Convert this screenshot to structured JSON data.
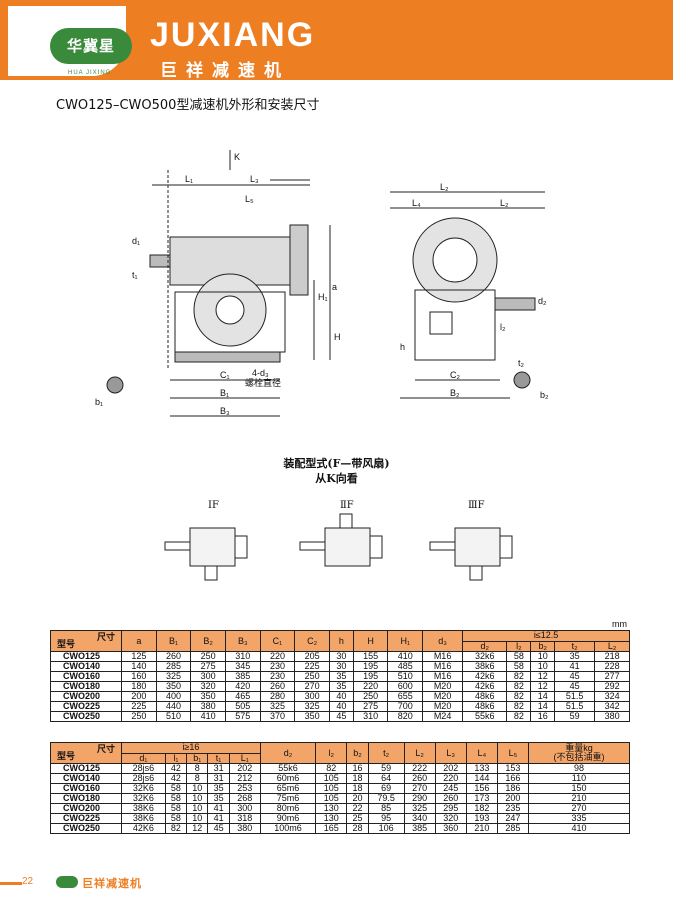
{
  "header": {
    "logo_cn": "华冀星",
    "logo_en": "HUA JIXING",
    "brand_en": "JUXIANG",
    "brand_cn": "巨祥减速机"
  },
  "title": "CWO125–CWO500型减速机外形和安装尺寸",
  "drawing_labels": {
    "K": "K",
    "L1": "L₁",
    "L3": "L₃",
    "L5": "L₅",
    "d1": "d₁",
    "t1": "t₁",
    "a": "a",
    "H1": "H₁",
    "H": "H",
    "d3": "4-d₃",
    "bolt": "螺栓直径",
    "C1": "C₁",
    "B1": "B₁",
    "B3": "B₃",
    "b1": "b₁",
    "L2a": "L₂",
    "L4": "L₄",
    "L2b": "L₂",
    "d2": "d₂",
    "l2": "l₂",
    "h": "h",
    "C2": "C₂",
    "B2": "B₂",
    "t2": "t₂",
    "b2": "b₂"
  },
  "assembly": {
    "title": "装配型式(F—带风扇)",
    "subtitle": "从K向看",
    "variants": [
      "ⅠF",
      "ⅡF",
      "ⅢF"
    ]
  },
  "unit": "mm",
  "table1": {
    "corner_top": "尺寸",
    "corner_bottom": "型号",
    "headers": [
      "a",
      "B₁",
      "B₂",
      "B₃",
      "C₁",
      "C₂",
      "h",
      "H",
      "H₁",
      "d₃"
    ],
    "group": "i≤12.5",
    "sub_headers": [
      "d₂",
      "l₂",
      "b₂",
      "t₂",
      "L₂"
    ],
    "rows": [
      [
        "CWO125",
        "125",
        "260",
        "250",
        "310",
        "220",
        "205",
        "30",
        "155",
        "410",
        "M16",
        "32k6",
        "58",
        "10",
        "35",
        "218"
      ],
      [
        "CWO140",
        "140",
        "285",
        "275",
        "345",
        "230",
        "225",
        "30",
        "195",
        "485",
        "M16",
        "38k6",
        "58",
        "10",
        "41",
        "228"
      ],
      [
        "CWO160",
        "160",
        "325",
        "300",
        "385",
        "230",
        "250",
        "35",
        "195",
        "510",
        "M16",
        "42k6",
        "82",
        "12",
        "45",
        "277"
      ],
      [
        "CWO180",
        "180",
        "350",
        "320",
        "420",
        "260",
        "270",
        "35",
        "220",
        "600",
        "M20",
        "42k6",
        "82",
        "12",
        "45",
        "292"
      ],
      [
        "CWO200",
        "200",
        "400",
        "350",
        "465",
        "280",
        "300",
        "40",
        "250",
        "655",
        "M20",
        "48k6",
        "82",
        "14",
        "51.5",
        "324"
      ],
      [
        "CWO225",
        "225",
        "440",
        "380",
        "505",
        "325",
        "325",
        "40",
        "275",
        "700",
        "M20",
        "48k6",
        "82",
        "14",
        "51.5",
        "342"
      ],
      [
        "CWO250",
        "250",
        "510",
        "410",
        "575",
        "370",
        "350",
        "45",
        "310",
        "820",
        "M24",
        "55k6",
        "82",
        "16",
        "59",
        "380"
      ]
    ]
  },
  "table2": {
    "corner_top": "尺寸",
    "corner_bottom": "型号",
    "group": "i≥16",
    "sub_headers": [
      "d₂",
      "l₂",
      "b₂",
      "t₂",
      "L₂"
    ],
    "headers": [
      "d₁",
      "l₁",
      "b₁",
      "t₁",
      "L₁",
      "L₃",
      "L₄",
      "L₅"
    ],
    "weight_header": "重量kg",
    "weight_sub": "(不包括油重)",
    "rows": [
      [
        "CWO125",
        "28js6",
        "42",
        "8",
        "31",
        "202",
        "55k6",
        "82",
        "16",
        "59",
        "222",
        "202",
        "133",
        "153",
        "98"
      ],
      [
        "CWO140",
        "28js6",
        "42",
        "8",
        "31",
        "212",
        "60m6",
        "105",
        "18",
        "64",
        "260",
        "220",
        "144",
        "166",
        "110"
      ],
      [
        "CWO160",
        "32K6",
        "58",
        "10",
        "35",
        "253",
        "65m6",
        "105",
        "18",
        "69",
        "270",
        "245",
        "156",
        "186",
        "150"
      ],
      [
        "CWO180",
        "32K6",
        "58",
        "10",
        "35",
        "268",
        "75m6",
        "105",
        "20",
        "79.5",
        "290",
        "260",
        "173",
        "200",
        "210"
      ],
      [
        "CWO200",
        "38K6",
        "58",
        "10",
        "41",
        "300",
        "80m6",
        "130",
        "22",
        "85",
        "325",
        "295",
        "182",
        "235",
        "270"
      ],
      [
        "CWO225",
        "38K6",
        "58",
        "10",
        "41",
        "318",
        "90m6",
        "130",
        "25",
        "95",
        "340",
        "320",
        "193",
        "247",
        "335"
      ],
      [
        "CWO250",
        "42K6",
        "82",
        "12",
        "45",
        "380",
        "100m6",
        "165",
        "28",
        "106",
        "385",
        "360",
        "210",
        "285",
        "410"
      ]
    ]
  },
  "footer": {
    "page": "22",
    "brand_cn": "巨祥减速机"
  },
  "colors": {
    "orange": "#ee7e22",
    "header_fill": "#f3a468",
    "green": "#3a8a3c"
  }
}
